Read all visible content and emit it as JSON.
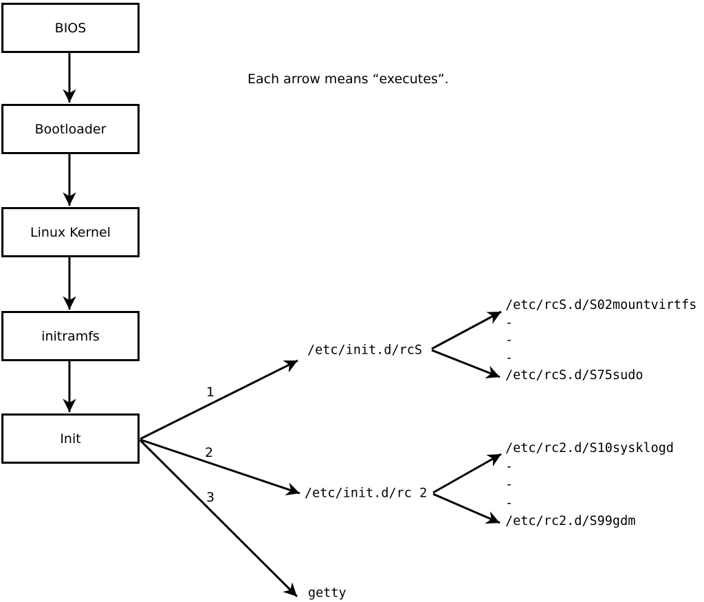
{
  "note": "Each arrow means “executes”.",
  "boxes": [
    {
      "label": "BIOS"
    },
    {
      "label": "Bootloader"
    },
    {
      "label": "Linux Kernel"
    },
    {
      "label": "initramfs"
    },
    {
      "label": "Init"
    }
  ],
  "branches": [
    {
      "number": "1",
      "target": "/etc/init.d/rcS"
    },
    {
      "number": "2",
      "target": "/etc/init.d/rc 2"
    },
    {
      "number": "3",
      "target": "getty"
    }
  ],
  "rcS_list": [
    "/etc/rcS.d/S02mountvirtfs",
    "-",
    "-",
    "-",
    "/etc/rcS.d/S75sudo"
  ],
  "rc2_list": [
    "/etc/rc2.d/S10sysklogd",
    "-",
    "-",
    "-",
    "/etc/rc2.d/S99gdm"
  ],
  "colors": {
    "ink": "#000000",
    "background": "#ffffff"
  }
}
